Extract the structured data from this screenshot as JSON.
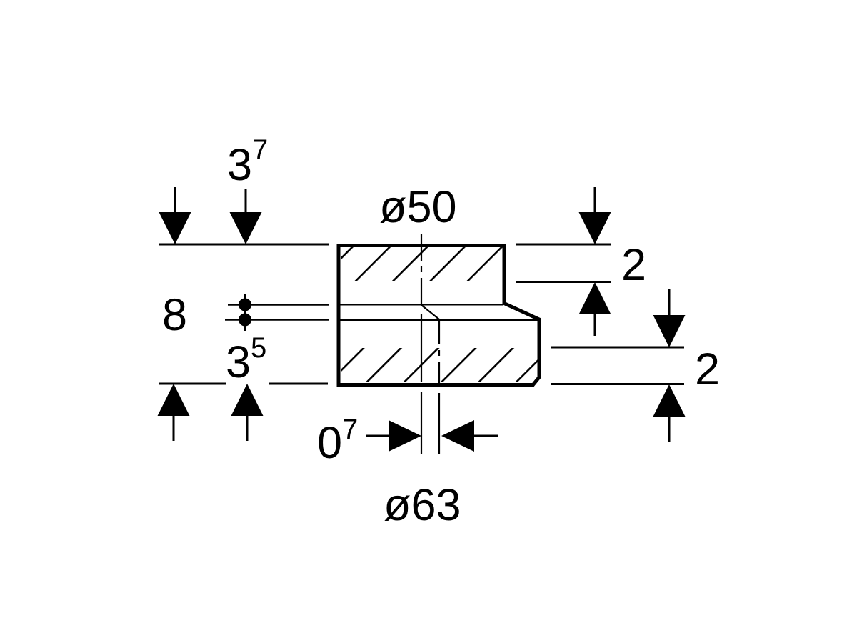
{
  "drawing": {
    "colors": {
      "line": "#000000",
      "background": "#ffffff"
    },
    "labels": {
      "dim_top_left": {
        "base": "3",
        "sup": "7"
      },
      "dim_diameter_top": "ø50",
      "dim_left": "8",
      "dim_bottom_left": {
        "base": "3",
        "sup": "5"
      },
      "dim_right_upper": "2",
      "dim_right_lower": "2",
      "dim_bottom_center": {
        "base": "0",
        "sup": "7"
      },
      "dim_diameter_bottom": "ø63"
    }
  }
}
